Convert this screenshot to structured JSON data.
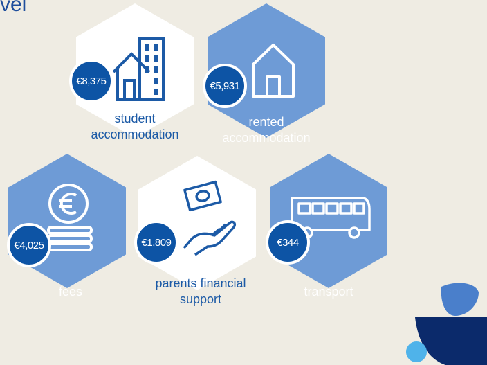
{
  "heading": "vel",
  "tiles": [
    {
      "id": "student",
      "amount": "€8,375",
      "label_lines": [
        "student",
        "accommodation"
      ],
      "icon": "apartment-building-icon",
      "style": "white"
    },
    {
      "id": "rented",
      "amount": "€5,931",
      "label_lines": [
        "rented",
        "accommodation"
      ],
      "icon": "house-icon",
      "style": "blue"
    },
    {
      "id": "fees",
      "amount": "€4,025",
      "label_lines": [
        "fees"
      ],
      "icon": "euro-coin-stack-icon",
      "style": "blue"
    },
    {
      "id": "parents",
      "amount": "€1,809",
      "label_lines": [
        "parents financial",
        "support"
      ],
      "icon": "hand-with-banknote-icon",
      "style": "white"
    },
    {
      "id": "transport",
      "amount": "€344",
      "label_lines": [
        "transport"
      ],
      "icon": "bus-icon",
      "style": "blue"
    }
  ],
  "colors": {
    "background": "#efece3",
    "hex_blue": "#6e9bd6",
    "badge_blue": "#0d54a5",
    "navy": "#0b2a6b",
    "light_blue": "#4fb3ea"
  }
}
